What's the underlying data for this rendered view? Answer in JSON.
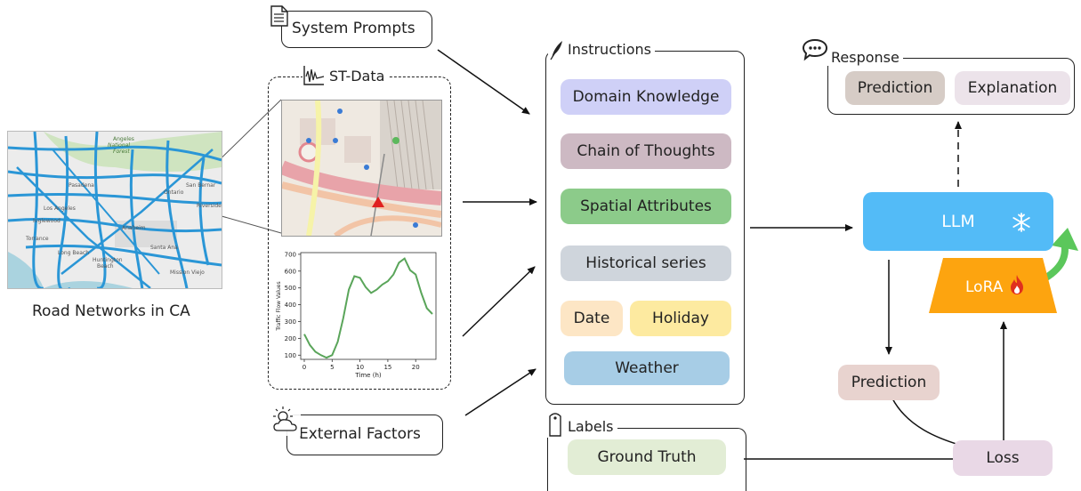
{
  "map": {
    "caption": "Road Networks in CA",
    "labels": [
      "Angeles National Forest",
      "San Bernardino",
      "Ontario",
      "Los Angeles",
      "Inglewood",
      "Torrance",
      "Long Beach",
      "Huntington Beach",
      "Santa Ana",
      "Mission Viejo",
      "Anaheim",
      "Pasadena",
      "Riverside"
    ]
  },
  "system_prompts": {
    "label": "System Prompts"
  },
  "st_data": {
    "label": "ST-Data"
  },
  "external_factors": {
    "label": "External Factors"
  },
  "instructions": {
    "label": "Instructions",
    "items": {
      "domain_knowledge": "Domain Knowledge",
      "chain_of_thoughts": "Chain of Thoughts",
      "spatial_attributes": "Spatial Attributes",
      "historical_series": "Historical series",
      "date": "Date",
      "holiday": "Holiday",
      "weather": "Weather"
    },
    "colors": {
      "domain_knowledge": "#cfd0f7",
      "chain_of_thoughts": "#cdb9c3",
      "spatial_attributes": "#8ccb8a",
      "historical_series": "#cfd5dc",
      "date": "#fde6c5",
      "holiday": "#fdeaa0",
      "weather": "#a7cde6"
    }
  },
  "labels_box": {
    "label": "Labels",
    "ground_truth": "Ground Truth",
    "color": "#e2edd5"
  },
  "response": {
    "label": "Response",
    "prediction": "Prediction",
    "explanation": "Explanation",
    "prediction_color": "#d6ccc6",
    "explanation_color": "#ece3ea"
  },
  "llm": {
    "label": "LLM",
    "color": "#53bbf7"
  },
  "lora": {
    "label": "LoRA",
    "color": "#fda40f"
  },
  "prediction": {
    "label": "Prediction",
    "color": "#e8d3cf"
  },
  "loss": {
    "label": "Loss",
    "color": "#e9d8e6"
  },
  "chart_data": {
    "type": "line",
    "title": "",
    "xlabel": "Time (h)",
    "ylabel": "Traffic Flow Values",
    "xlim": [
      0,
      23
    ],
    "ylim": [
      75,
      710
    ],
    "xticks": [
      0,
      5,
      10,
      15,
      20
    ],
    "yticks": [
      100,
      200,
      300,
      400,
      500,
      600,
      700
    ],
    "x": [
      0,
      1,
      2,
      3,
      4,
      5,
      6,
      7,
      8,
      9,
      10,
      11,
      12,
      13,
      14,
      15,
      16,
      17,
      18,
      19,
      20,
      21,
      22,
      23
    ],
    "series": [
      {
        "name": "",
        "color": "#5aa55a",
        "values": [
          225,
          160,
          120,
          100,
          85,
          100,
          180,
          320,
          490,
          570,
          560,
          505,
          470,
          490,
          520,
          540,
          580,
          650,
          675,
          605,
          580,
          470,
          380,
          345
        ]
      }
    ]
  }
}
